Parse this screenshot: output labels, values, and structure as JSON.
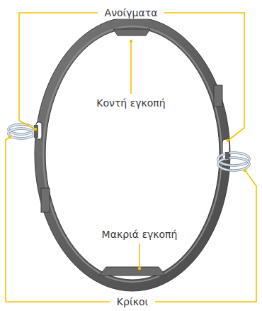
{
  "diagram": {
    "labels": [
      "Ανοίγματα",
      "Κοντή εγκοπή",
      "Μακριά εγκοπή",
      "Κρίκοι"
    ]
  }
}
